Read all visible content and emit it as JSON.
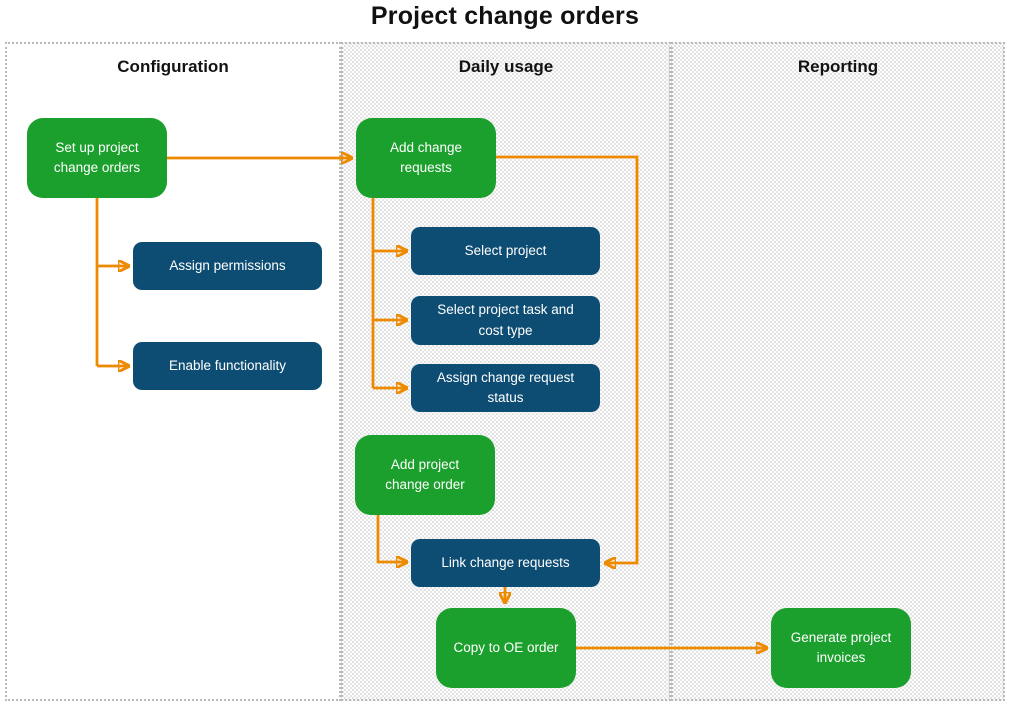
{
  "title": "Project change orders",
  "columns": [
    {
      "label": "Configuration"
    },
    {
      "label": "Daily usage"
    },
    {
      "label": "Reporting"
    }
  ],
  "colors": {
    "node_green": "#1CA02D",
    "node_blue": "#0E4D73",
    "arrow_orange": "#EE8A00",
    "column_border": "#B9B9B9",
    "stipple_dot": "#DADADA"
  },
  "nodes": {
    "setup": {
      "label": "Set up project change orders",
      "column": "Configuration",
      "type": "primary"
    },
    "assign_permissions": {
      "label": "Assign permissions",
      "column": "Configuration",
      "type": "sub"
    },
    "enable_functionality": {
      "label": "Enable functionality",
      "column": "Configuration",
      "type": "sub"
    },
    "add_change_requests": {
      "label": "Add change requests",
      "column": "Daily usage",
      "type": "primary"
    },
    "select_project": {
      "label": "Select project",
      "column": "Daily usage",
      "type": "sub"
    },
    "select_task_cost": {
      "label": "Select project task and cost type",
      "column": "Daily usage",
      "type": "sub"
    },
    "assign_status": {
      "label": "Assign change request status",
      "column": "Daily usage",
      "type": "sub"
    },
    "add_project_change_order": {
      "label": "Add project change order",
      "column": "Daily usage",
      "type": "primary"
    },
    "link_change_requests": {
      "label": "Link change requests",
      "column": "Daily usage",
      "type": "sub"
    },
    "copy_to_oe": {
      "label": "Copy to OE order",
      "column": "Daily usage",
      "type": "primary"
    },
    "generate_invoices": {
      "label": "Generate project invoices",
      "column": "Reporting",
      "type": "primary"
    }
  },
  "edges": [
    {
      "from": "setup",
      "to": "add_change_requests"
    },
    {
      "from": "setup",
      "to": "assign_permissions"
    },
    {
      "from": "setup",
      "to": "enable_functionality"
    },
    {
      "from": "add_change_requests",
      "to": "select_project"
    },
    {
      "from": "add_change_requests",
      "to": "select_task_cost"
    },
    {
      "from": "add_change_requests",
      "to": "assign_status"
    },
    {
      "from": "add_change_requests",
      "to": "link_change_requests"
    },
    {
      "from": "add_project_change_order",
      "to": "link_change_requests"
    },
    {
      "from": "link_change_requests",
      "to": "copy_to_oe"
    },
    {
      "from": "copy_to_oe",
      "to": "generate_invoices"
    }
  ]
}
